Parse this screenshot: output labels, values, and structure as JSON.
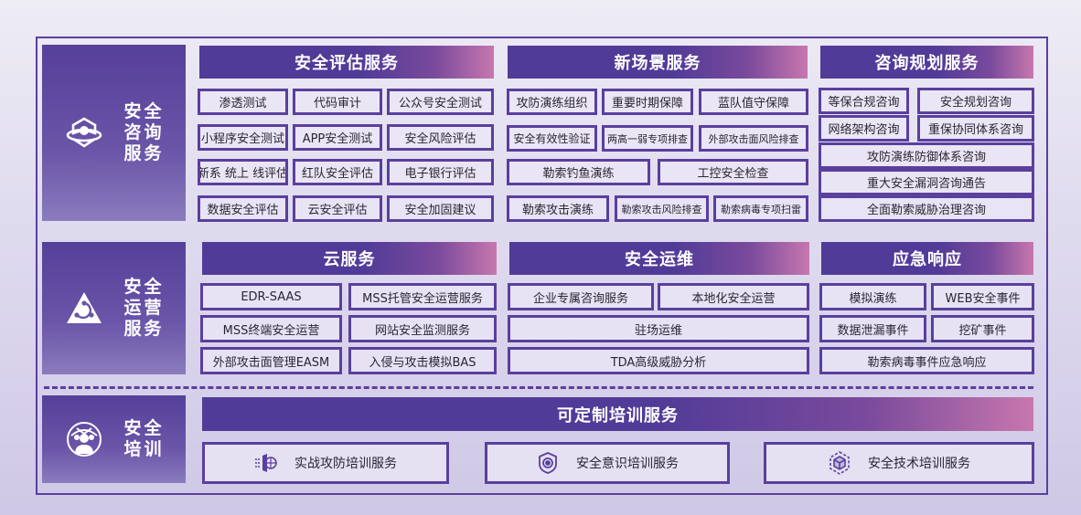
{
  "sections": {
    "consult": {
      "title": "安全咨询服务",
      "icon": "shield-chat-icon",
      "groups": {
        "assessment": {
          "title": "安全评估服务",
          "items": [
            "渗透测试",
            "代码审计",
            "公众号安全测试",
            "小程序安全测试",
            "APP安全测试",
            "安全风险评估",
            "新系 统上 线评估",
            "红队安全评估",
            "电子银行评估",
            "数据安全评估",
            "云安全评估",
            "安全加固建议"
          ]
        },
        "new_scene": {
          "title": "新场景服务",
          "items": [
            "攻防演练组织",
            "重要时期保障",
            "蓝队值守保障",
            "安全有效性验证",
            "两高一弱专项排查",
            "外部攻击面风险排查",
            "勒索钓鱼演练",
            "工控安全检查",
            "勒索攻击演练",
            "勒索攻击风险排查",
            "勒索病毒专项扫雷"
          ]
        },
        "planning": {
          "title": "咨询规划服务",
          "items": [
            "等保合规咨询",
            "安全规划咨询",
            "网络架构咨询",
            "重保协同体系咨询",
            "攻防演练防御体系咨询",
            "重大安全漏洞咨询通告",
            "全面勒索威胁治理咨询"
          ]
        }
      }
    },
    "operations": {
      "title": "安全运营服务",
      "icon": "triangle-cycle-icon",
      "groups": {
        "cloud": {
          "title": "云服务",
          "items": [
            "EDR-SAAS",
            "MSS托管安全运营服务",
            "MSS终端安全运营",
            "网站安全监测服务",
            "外部攻击面管理EASM",
            "入侵与攻击模拟BAS"
          ]
        },
        "secops": {
          "title": "安全运维",
          "items": [
            "企业专属咨询服务",
            "本地化安全运营",
            "驻场运维",
            "TDA高级威胁分析"
          ]
        },
        "emergency": {
          "title": "应急响应",
          "items": [
            "模拟演练",
            "WEB安全事件",
            "数据泄漏事件",
            "挖矿事件",
            "勒索病毒事件应急响应"
          ]
        }
      }
    },
    "training": {
      "title": "安全培训",
      "icon": "user-network-icon",
      "header": "可定制培训服务",
      "items": [
        {
          "label": "实战攻防培训服务",
          "icon": "attack-defense-icon"
        },
        {
          "label": "安全意识培训服务",
          "icon": "shield-eye-icon"
        },
        {
          "label": "安全技术培训服务",
          "icon": "cube-icon"
        }
      ]
    }
  },
  "colors": {
    "primary": "#513b98",
    "accent_gradient_end": "#c777ad",
    "border": "#5a3f9e"
  }
}
